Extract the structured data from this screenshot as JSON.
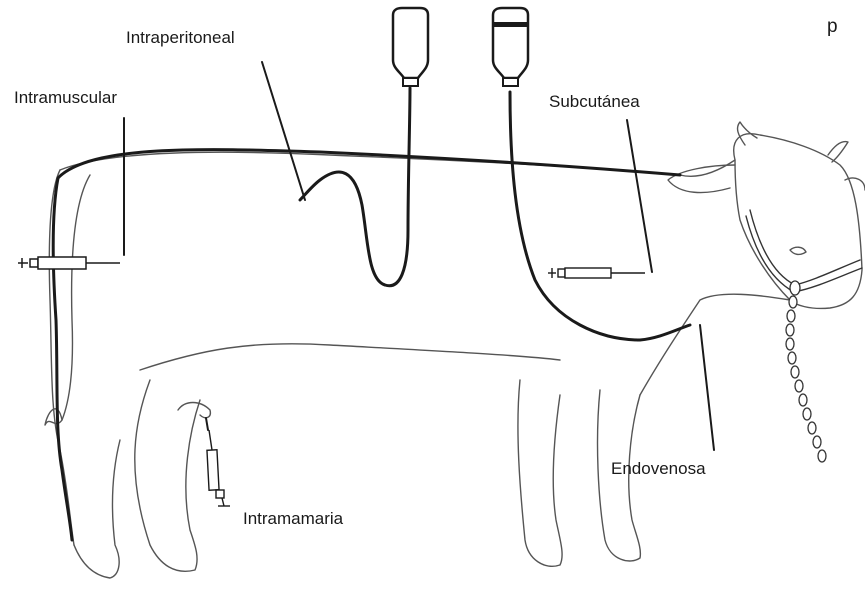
{
  "diagram": {
    "labels": {
      "intraperitoneal": "Intraperitoneal",
      "intramuscular": "Intramuscular",
      "subcutanea": "Subcutánea",
      "endovenosa": "Endovenosa",
      "intramamaria": "Intramamaria",
      "corner_fragment": "p"
    },
    "colors": {
      "ink": "#1a1a1a",
      "outline": "#555555",
      "background": "#ffffff"
    }
  }
}
